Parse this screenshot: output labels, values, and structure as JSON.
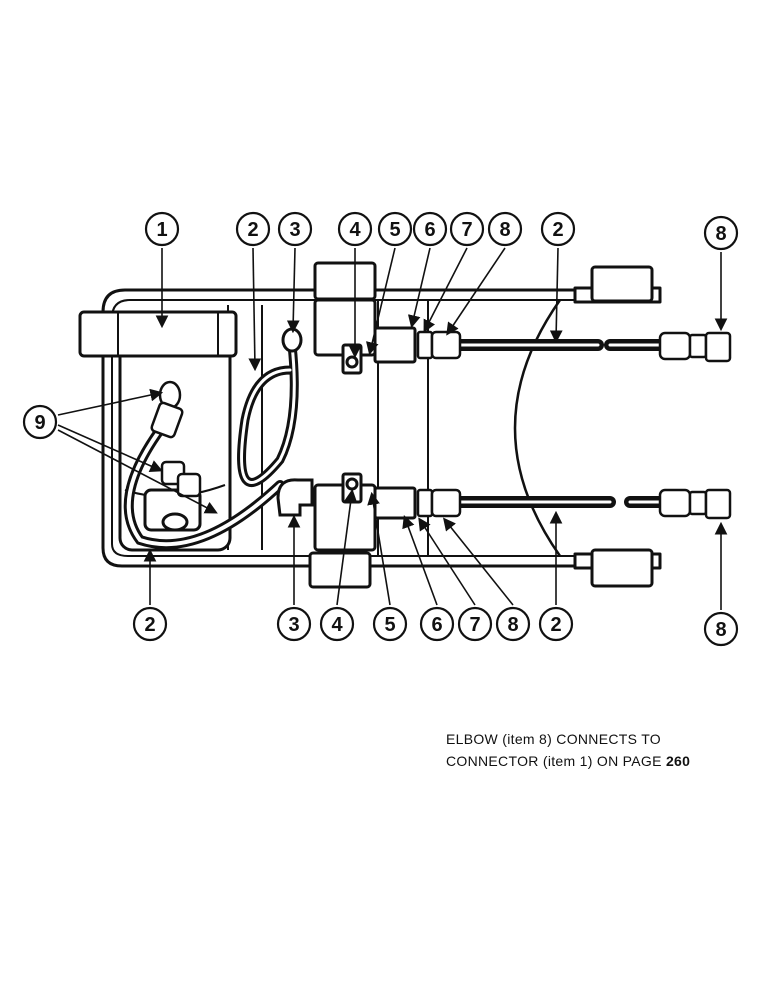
{
  "callouts": {
    "c_top_1": "1",
    "c_top_2a": "2",
    "c_top_3": "3",
    "c_top_4": "4",
    "c_top_5": "5",
    "c_top_6": "6",
    "c_top_7": "7",
    "c_top_8": "8",
    "c_top_2b": "2",
    "c_top_8r": "8",
    "c_left_9": "9",
    "c_bot_2a": "2",
    "c_bot_3": "3",
    "c_bot_4": "4",
    "c_bot_5": "5",
    "c_bot_6": "6",
    "c_bot_7": "7",
    "c_bot_8": "8",
    "c_bot_2b": "2",
    "c_bot_8r": "8"
  },
  "note": {
    "line1": "ELBOW (item 8) CONNECTS TO",
    "line2_text": "CONNECTOR (item 1) ON PAGE ",
    "line2_page": "260"
  }
}
